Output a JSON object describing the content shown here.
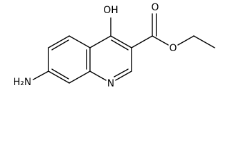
{
  "molecule": {
    "atoms": {
      "hydroxyl": "OH",
      "amine": "H₂N",
      "ring_nitrogen": "N",
      "carbonyl_oxygen": "O",
      "ester_oxygen": "O"
    },
    "colors": {
      "bond": "#000000",
      "label": "#000000",
      "background": "#ffffff"
    }
  }
}
